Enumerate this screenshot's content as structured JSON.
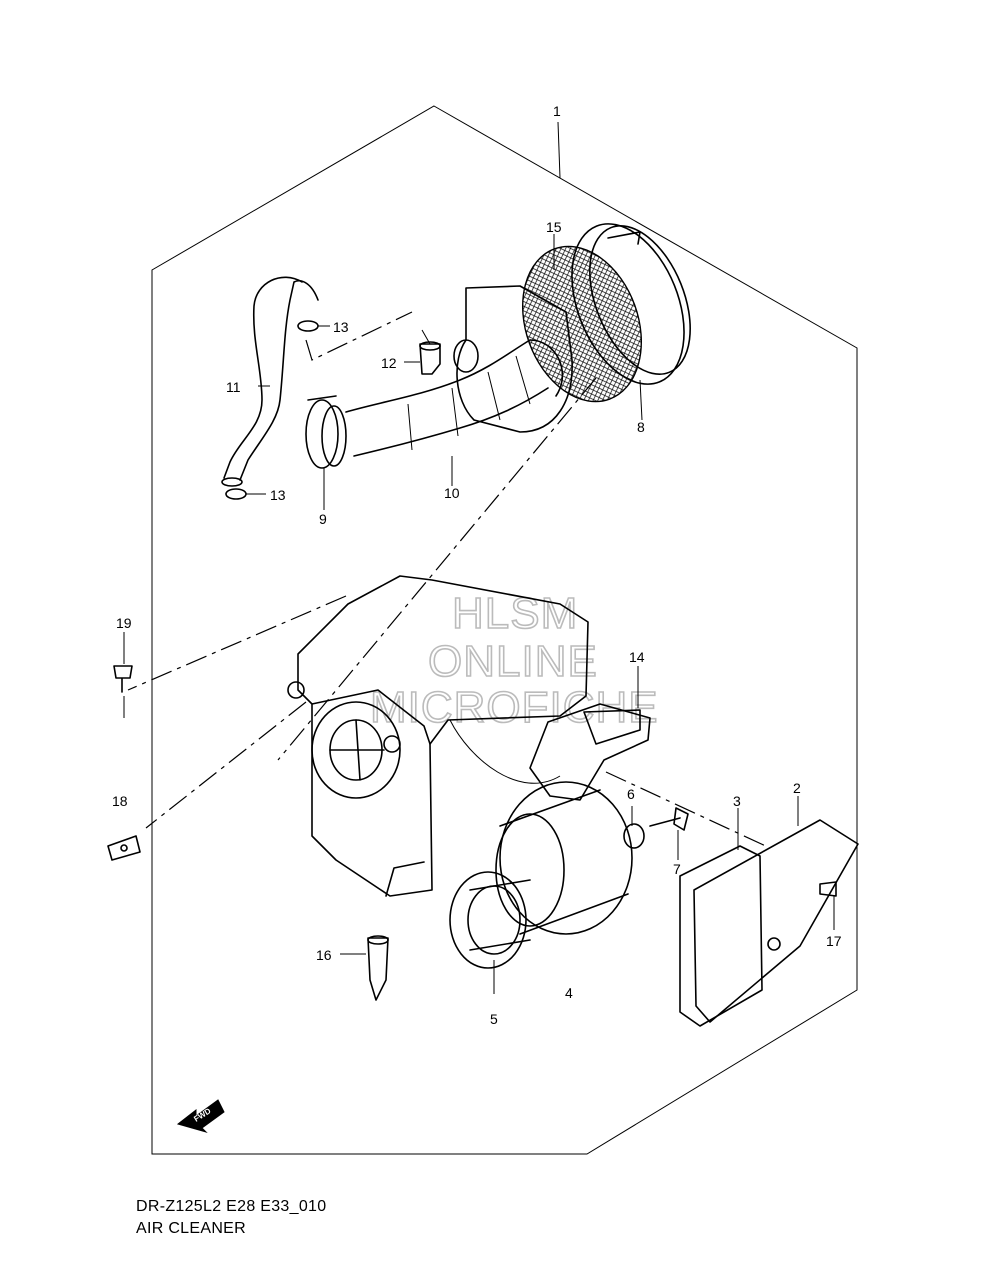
{
  "callouts": [
    {
      "id": "1",
      "label": "1"
    },
    {
      "id": "2",
      "label": "2"
    },
    {
      "id": "3",
      "label": "3"
    },
    {
      "id": "4",
      "label": "4"
    },
    {
      "id": "5",
      "label": "5"
    },
    {
      "id": "6",
      "label": "6"
    },
    {
      "id": "7",
      "label": "7"
    },
    {
      "id": "8",
      "label": "8"
    },
    {
      "id": "9",
      "label": "9"
    },
    {
      "id": "10",
      "label": "10"
    },
    {
      "id": "11",
      "label": "11"
    },
    {
      "id": "12",
      "label": "12"
    },
    {
      "id": "13a",
      "label": "13"
    },
    {
      "id": "13b",
      "label": "13"
    },
    {
      "id": "14",
      "label": "14"
    },
    {
      "id": "15",
      "label": "15"
    },
    {
      "id": "16",
      "label": "16"
    },
    {
      "id": "17",
      "label": "17"
    },
    {
      "id": "18",
      "label": "18"
    },
    {
      "id": "19",
      "label": "19"
    }
  ],
  "watermark": {
    "line1": "HLSM",
    "line2": "ONLINE",
    "line3": "MICROFICHE"
  },
  "fwd_label": "FWD",
  "footer": {
    "model_code": "DR-Z125L2 E28 E33_010",
    "title": "AIR CLEANER"
  }
}
